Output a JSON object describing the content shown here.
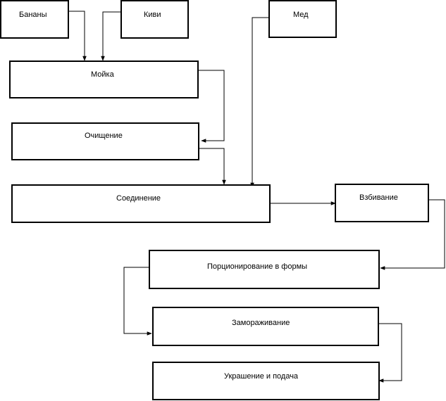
{
  "diagram": {
    "nodes": {
      "bananas": {
        "label": "Бананы"
      },
      "kiwi": {
        "label": "Киви"
      },
      "honey": {
        "label": "Мед"
      },
      "washing": {
        "label": "Мойка"
      },
      "peeling": {
        "label": "Очищение"
      },
      "combining": {
        "label": "Соединение"
      },
      "whipping": {
        "label": "Взбивание"
      },
      "portioning": {
        "label": "Порционирование  в формы"
      },
      "freezing": {
        "label": "Замораживание"
      },
      "serving": {
        "label": "Украшение и подача"
      }
    },
    "edges": [
      {
        "from": "bananas",
        "to": "washing"
      },
      {
        "from": "kiwi",
        "to": "washing"
      },
      {
        "from": "washing",
        "to": "peeling"
      },
      {
        "from": "peeling",
        "to": "combining"
      },
      {
        "from": "honey",
        "to": "combining"
      },
      {
        "from": "combining",
        "to": "whipping"
      },
      {
        "from": "whipping",
        "to": "portioning"
      },
      {
        "from": "portioning",
        "to": "freezing"
      },
      {
        "from": "freezing",
        "to": "serving"
      }
    ]
  }
}
